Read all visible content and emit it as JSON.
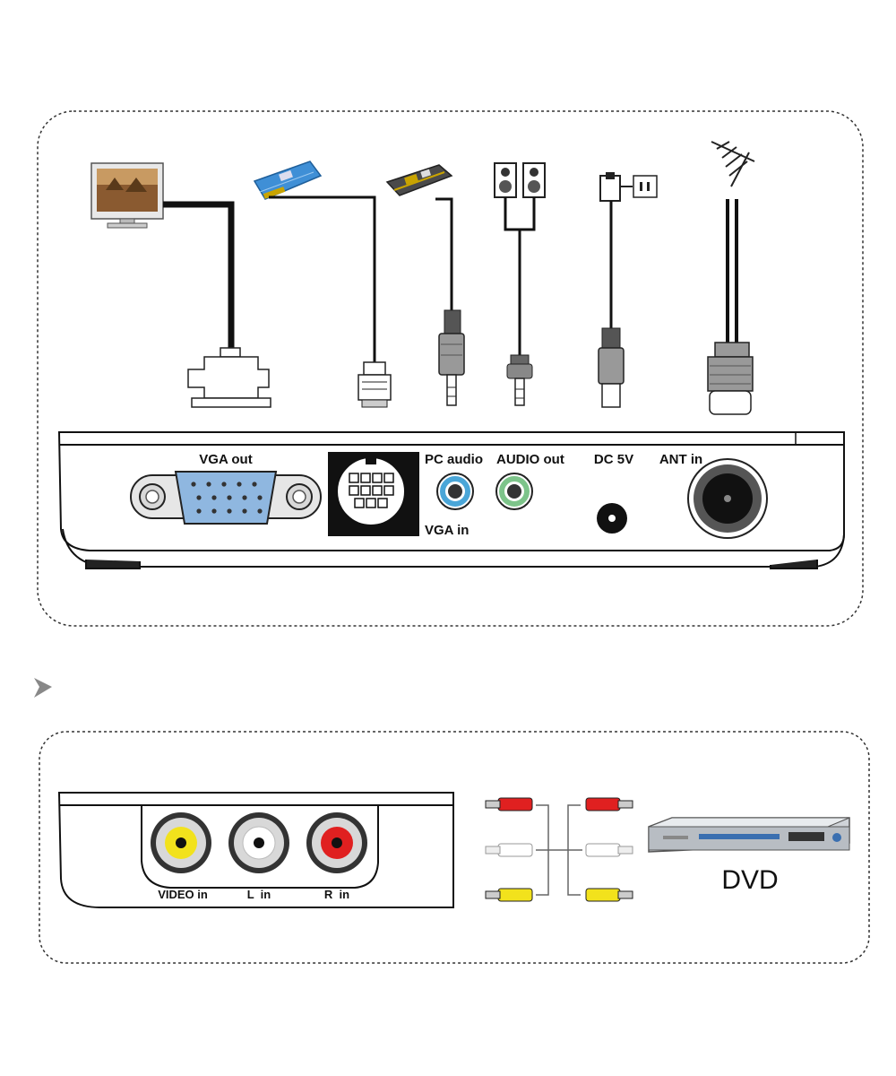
{
  "rear_panel": {
    "vga_out_label": "VGA out",
    "vga_in_label": "VGA in",
    "pc_audio_label": "PC audio",
    "audio_out_label": "AUDIO out",
    "dc_label": "DC 5V",
    "ant_label": "ANT in"
  },
  "av_panel": {
    "video_in_label": "VIDEO in",
    "l_in_label": "L  in",
    "r_in_label": "R  in",
    "dvd_label": "DVD"
  },
  "colors": {
    "vga_port": "#8fb7e0",
    "pc_audio_ring": "#4aa6d8",
    "audio_out_ring": "#7dc48a",
    "rca_video": "#f2e21c",
    "rca_left": "#ffffff",
    "rca_right": "#e02020",
    "dashed_border": "#333333",
    "panel_fill": "#ffffff"
  }
}
